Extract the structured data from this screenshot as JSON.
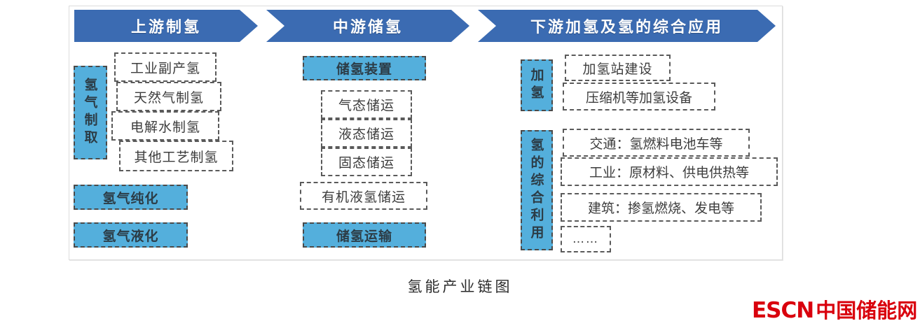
{
  "diagram": {
    "caption": "氢能产业链图",
    "colors": {
      "header_blue": "#3B6BB2",
      "box_blue": "#54AFDC",
      "dash_border": "#5a5a5a",
      "logo_red": "#D9000D"
    },
    "headers": [
      {
        "label": "上游制氢"
      },
      {
        "label": "中游储氢"
      },
      {
        "label": "下游加氢及氢的综合应用"
      }
    ],
    "upstream": {
      "group_label": "氢气制取",
      "items": [
        {
          "label": "工业副产氢"
        },
        {
          "label": "天然气制氢"
        },
        {
          "label": "电解水制氢"
        },
        {
          "label": "其他工艺制氢"
        }
      ],
      "extra": [
        {
          "label": "氢气纯化"
        },
        {
          "label": "氢气液化"
        }
      ]
    },
    "midstream": {
      "device": {
        "label": "储氢装置"
      },
      "items": [
        {
          "label": "气态储运"
        },
        {
          "label": "液态储运"
        },
        {
          "label": "固态储运"
        },
        {
          "label": "有机液氢储运"
        }
      ],
      "transport": {
        "label": "储氢运输"
      }
    },
    "downstream": {
      "refuel": {
        "group_label": "加氢",
        "items": [
          {
            "label": "加氢站建设"
          },
          {
            "label": "压缩机等加氢设备"
          }
        ]
      },
      "utilization": {
        "group_label": "氢的综合利用",
        "items": [
          {
            "label": "交通：氢燃料电池车等"
          },
          {
            "label": "工业：原材料、供电供热等"
          },
          {
            "label": "建筑：掺氢燃烧、发电等"
          },
          {
            "label": "……"
          }
        ]
      }
    }
  },
  "watermark": {
    "escn": "ESCN",
    "cn": "中国储能网"
  }
}
